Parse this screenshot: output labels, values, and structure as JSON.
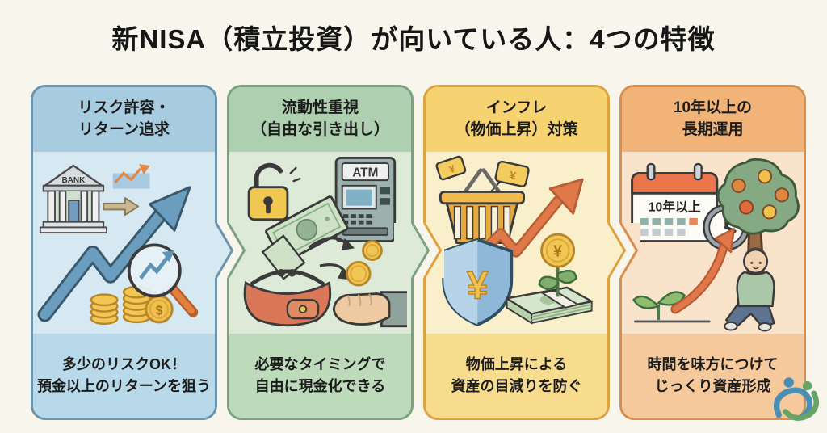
{
  "page": {
    "title": "新NISA（積立投資）が向いている人：4つの特徴",
    "background_color": "#f7f5ec"
  },
  "cards": [
    {
      "title": "リスク許容・\nリターン追求",
      "description": "多少のリスクOK！\n預金以上のリターンを狙う",
      "colors": {
        "border": "#6d94ad",
        "header": "#a7cbdf",
        "body": "#d6e8f2",
        "footer": "#b7d9e9"
      },
      "illustration": {
        "bank_label": "BANK",
        "dollar_symbol": "$",
        "icons": [
          "bank-icon",
          "mini-chart-icon",
          "right-arrow-icon",
          "growth-arrow-icon",
          "magnifier-chart-icon",
          "coin-stacks-icon",
          "dollar-coin-icon"
        ]
      }
    },
    {
      "title": "流動性重視\n（自由な引き出し）",
      "description": "必要なタイミングで\n自由に現金化できる",
      "colors": {
        "border": "#7ba183",
        "header": "#aecfb0",
        "body": "#dcead7",
        "footer": "#bddabb"
      },
      "illustration": {
        "atm_label": "ATM",
        "icons": [
          "open-padlock-icon",
          "atm-icon",
          "banknote-icon",
          "coin-purse-icon",
          "curved-arrows-icon",
          "coins-icon",
          "open-hand-icon"
        ]
      }
    },
    {
      "title": "インフレ\n（物価上昇）対策",
      "description": "物価上昇による\n資産の目減りを防ぐ",
      "colors": {
        "border": "#dfa23e",
        "header": "#f6d271",
        "body": "#faefcb",
        "footer": "#f8dc8e"
      },
      "illustration": {
        "yen_symbol": "¥",
        "icons": [
          "shopping-basket-icon",
          "price-tag-icon",
          "rising-arrow-icon",
          "yen-shield-icon",
          "banknote-stack-icon",
          "coin-plant-icon"
        ]
      }
    },
    {
      "title": "10年以上の\n長期運用",
      "description": "時間を味方につけて\nじっくり資産形成",
      "colors": {
        "border": "#d98e4d",
        "header": "#f1b377",
        "body": "#fae3cb",
        "footer": "#f5c99b"
      },
      "illustration": {
        "calendar_label": "10年以上",
        "icons": [
          "calendar-icon",
          "clock-icon",
          "sprout-icon",
          "curved-growth-arrow-icon",
          "fruit-tree-icon",
          "sitting-person-icon"
        ]
      }
    }
  ],
  "logo": {
    "name": "brand-logo",
    "colors": [
      "#4d8fb3",
      "#66a468"
    ]
  }
}
